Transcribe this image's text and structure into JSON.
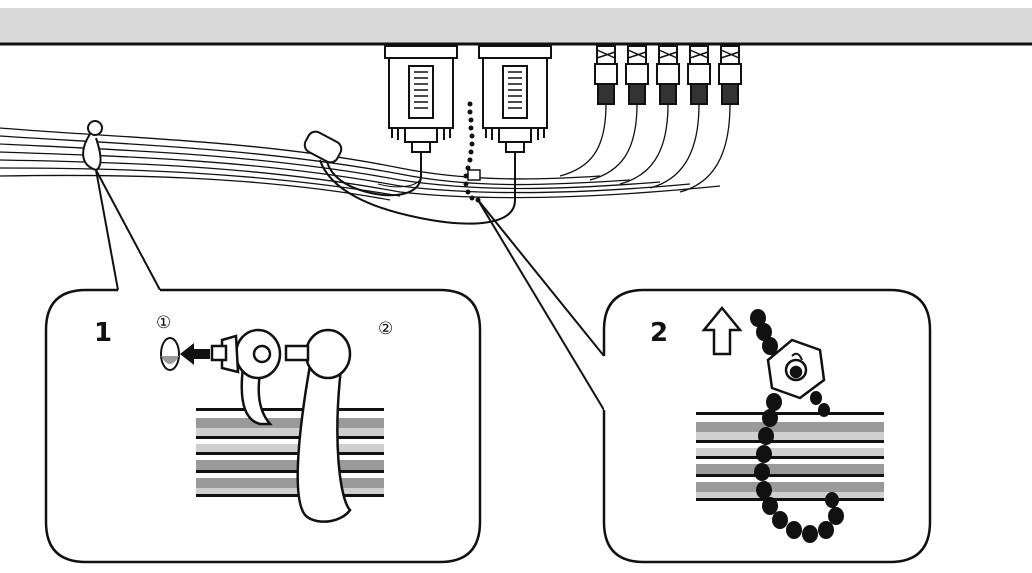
{
  "callouts": [
    {
      "number": "1",
      "steps": [
        "①",
        "②"
      ]
    },
    {
      "number": "2"
    }
  ],
  "icons": [
    "cable-clamp-icon",
    "bead-tie-icon",
    "up-arrow-icon",
    "left-arrow-icon"
  ],
  "colors": {
    "line": "#111111",
    "panel": "#d9d9d9",
    "cable_gray": "#9a9a9a",
    "cable_light": "#cfcfcf"
  },
  "ports": {
    "vga_connectors": 2,
    "bnc_connectors": 5
  }
}
